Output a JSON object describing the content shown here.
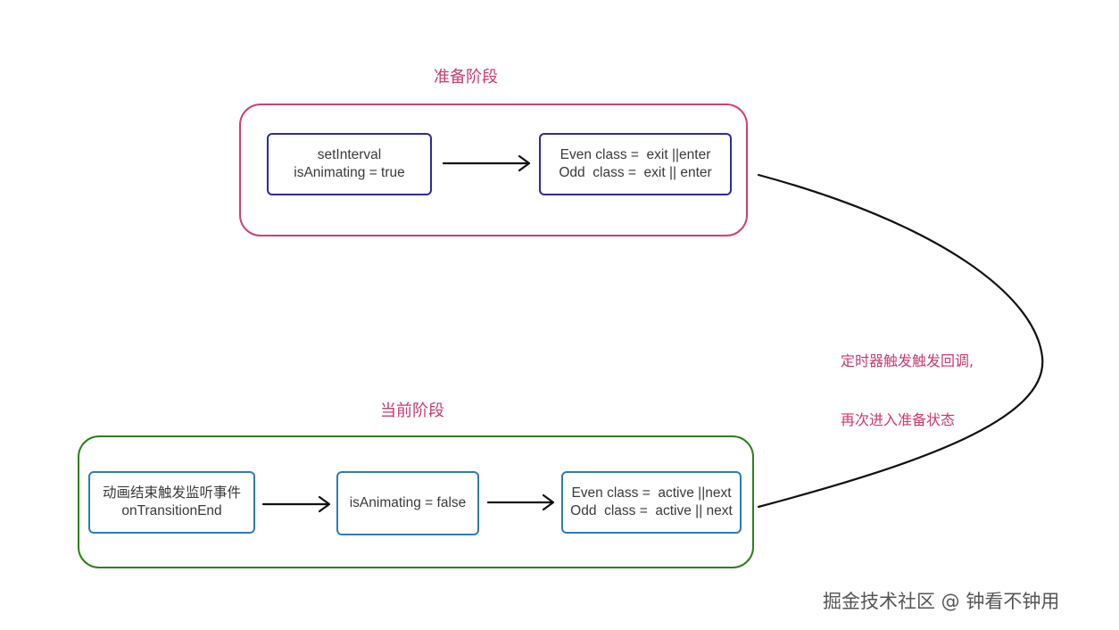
{
  "prep_stage": {
    "title": "准备阶段",
    "frame_color": "#cf3f73",
    "box_color": "#2e2a9c",
    "box1": {
      "line1": "setInterval",
      "line2": "isAnimating = true"
    },
    "box2": {
      "line1": "Even class =  exit ||enter",
      "line2": "Odd  class =  exit || enter"
    }
  },
  "current_stage": {
    "title": "当前阶段",
    "frame_color": "#2e7d1f",
    "box_color": "#2f7ab8",
    "box1": {
      "line1": "动画结束触发监听事件",
      "line2": "onTransitionEnd"
    },
    "box2": {
      "line1": "isAnimating = false"
    },
    "box3": {
      "line1": "Even class =  active ||next",
      "line2": "Odd  class =  active || next"
    }
  },
  "loop_note": {
    "line1": "定时器触发触发回调,",
    "line2": "再次进入准备状态"
  },
  "watermark": "掘金技术社区 @ 钟看不钟用",
  "colors": {
    "title": "#c63b6e",
    "arrow": "#111111"
  }
}
